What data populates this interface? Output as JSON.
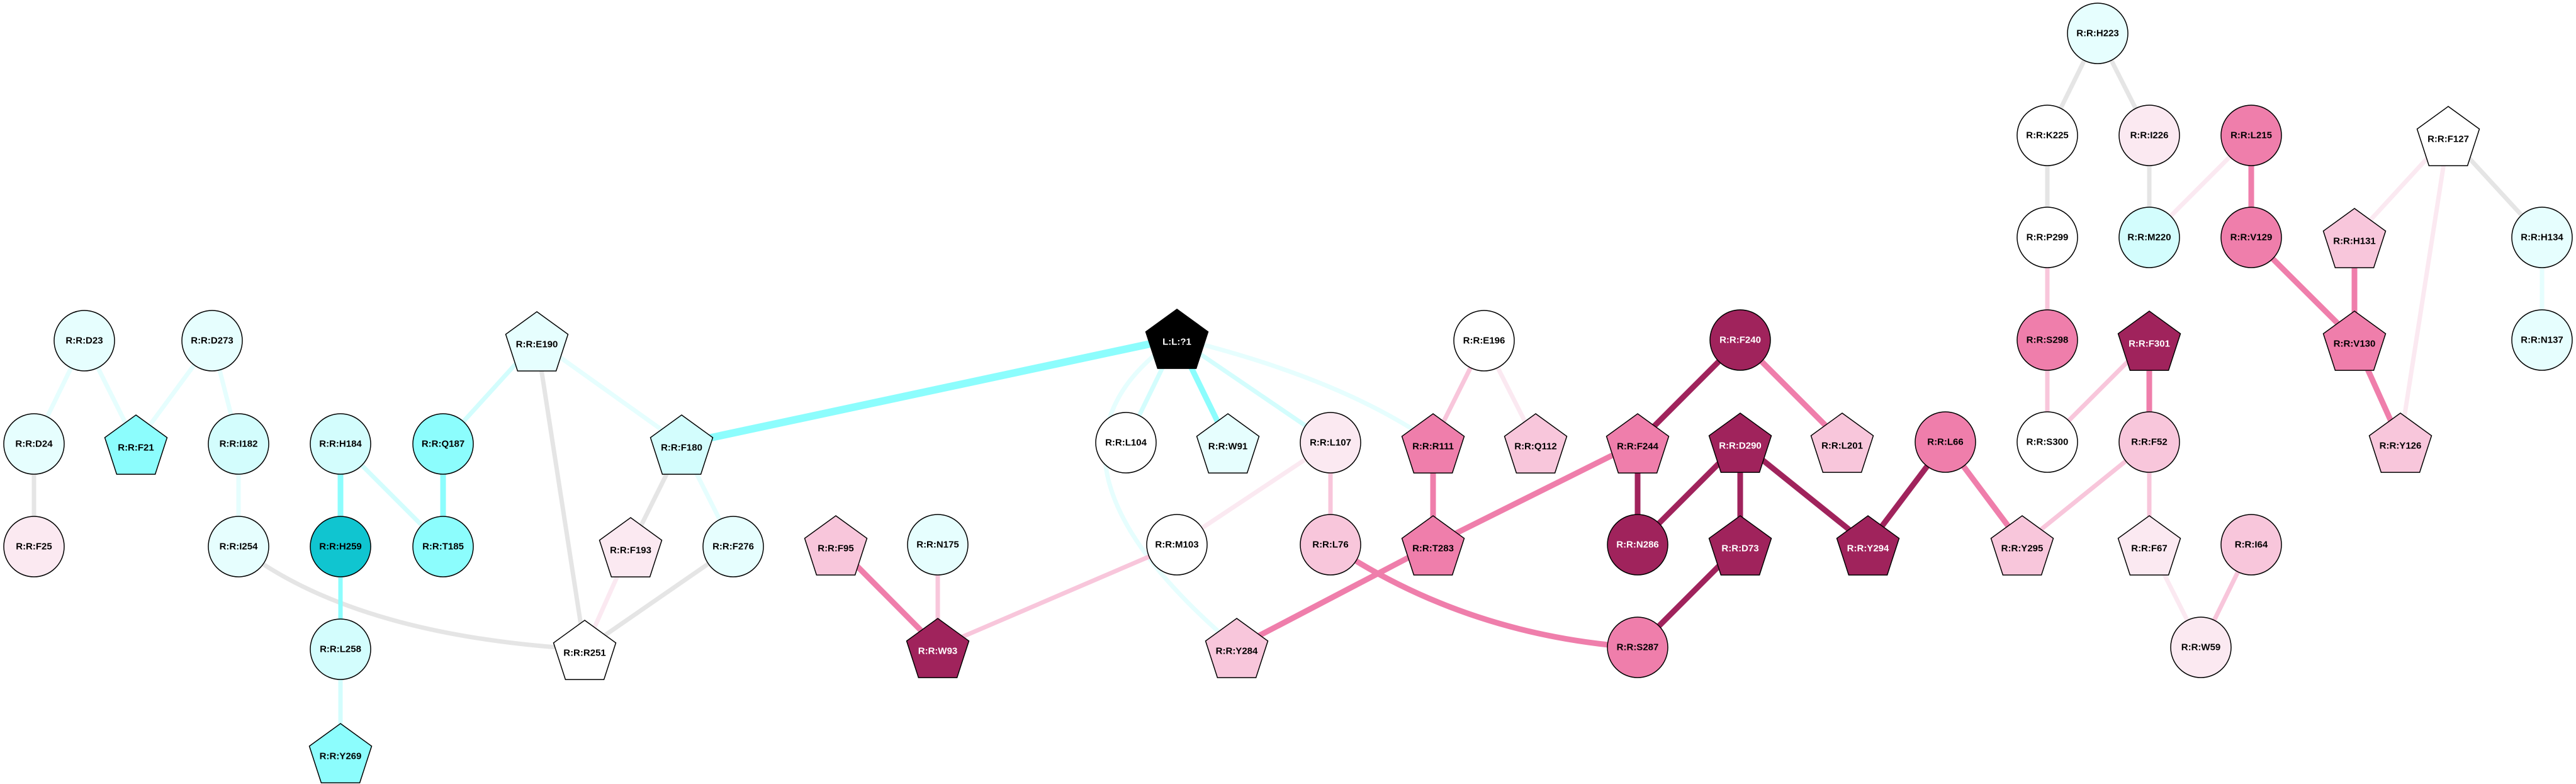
{
  "palette": {
    "white": "#ffffff",
    "cyan1": "#e6fefe",
    "cyan2": "#d3fdfd",
    "cyan3": "#8cfdfd",
    "cyan4": "#10c5d0",
    "pink1": "#fbe9f1",
    "pink2": "#f8c6db",
    "pink3": "#ef7eab",
    "pink4": "#a0235c",
    "black": "#000000",
    "grey": "#e5e5e5"
  },
  "nodes": [
    {
      "id": "D23",
      "label": "R:R:D23",
      "shape": "circle",
      "fill": "cyan1"
    },
    {
      "id": "D273",
      "label": "R:R:D273",
      "shape": "circle",
      "fill": "cyan1"
    },
    {
      "id": "E190",
      "label": "R:R:E190",
      "shape": "pentagon",
      "fill": "cyan1"
    },
    {
      "id": "D24",
      "label": "R:R:D24",
      "shape": "circle",
      "fill": "cyan1"
    },
    {
      "id": "F21",
      "label": "R:R:F21",
      "shape": "pentagon",
      "fill": "cyan3"
    },
    {
      "id": "I182",
      "label": "R:R:I182",
      "shape": "circle",
      "fill": "cyan2"
    },
    {
      "id": "H184",
      "label": "R:R:H184",
      "shape": "circle",
      "fill": "cyan2"
    },
    {
      "id": "Q187",
      "label": "R:R:Q187",
      "shape": "circle",
      "fill": "cyan3"
    },
    {
      "id": "F180",
      "label": "R:R:F180",
      "shape": "pentagon",
      "fill": "cyan2"
    },
    {
      "id": "F25",
      "label": "R:R:F25",
      "shape": "circle",
      "fill": "pink1"
    },
    {
      "id": "I254",
      "label": "R:R:I254",
      "shape": "circle",
      "fill": "cyan1"
    },
    {
      "id": "H259",
      "label": "R:R:H259",
      "shape": "circle",
      "fill": "cyan4"
    },
    {
      "id": "T185",
      "label": "R:R:T185",
      "shape": "circle",
      "fill": "cyan3"
    },
    {
      "id": "F193",
      "label": "R:R:F193",
      "shape": "pentagon",
      "fill": "pink1"
    },
    {
      "id": "F276",
      "label": "R:R:F276",
      "shape": "circle",
      "fill": "cyan1"
    },
    {
      "id": "R251",
      "label": "R:R:R251",
      "shape": "pentagon",
      "fill": "white"
    },
    {
      "id": "L258",
      "label": "R:R:L258",
      "shape": "circle",
      "fill": "cyan2"
    },
    {
      "id": "Y269",
      "label": "R:R:Y269",
      "shape": "pentagon",
      "fill": "cyan3"
    },
    {
      "id": "LIG",
      "label": "L:L:?1",
      "shape": "pentagon",
      "fill": "black",
      "light_text": true
    },
    {
      "id": "E196",
      "label": "R:R:E196",
      "shape": "circle",
      "fill": "white"
    },
    {
      "id": "L104",
      "label": "R:R:L104",
      "shape": "circle",
      "fill": "white"
    },
    {
      "id": "W91",
      "label": "R:R:W91",
      "shape": "pentagon",
      "fill": "cyan1"
    },
    {
      "id": "L107",
      "label": "R:R:L107",
      "shape": "circle",
      "fill": "pink1"
    },
    {
      "id": "R111",
      "label": "R:R:R111",
      "shape": "pentagon",
      "fill": "pink3"
    },
    {
      "id": "Q112",
      "label": "R:R:Q112",
      "shape": "pentagon",
      "fill": "pink2"
    },
    {
      "id": "F244",
      "label": "R:R:F244",
      "shape": "pentagon",
      "fill": "pink3"
    },
    {
      "id": "F95",
      "label": "R:R:F95",
      "shape": "pentagon",
      "fill": "pink2"
    },
    {
      "id": "N175",
      "label": "R:R:N175",
      "shape": "circle",
      "fill": "cyan1"
    },
    {
      "id": "M103",
      "label": "R:R:M103",
      "shape": "circle",
      "fill": "white"
    },
    {
      "id": "L76",
      "label": "R:R:L76",
      "shape": "circle",
      "fill": "pink2"
    },
    {
      "id": "T283",
      "label": "R:R:T283",
      "shape": "pentagon",
      "fill": "pink3"
    },
    {
      "id": "N286",
      "label": "R:R:N286",
      "shape": "circle",
      "fill": "pink4",
      "light_text": true
    },
    {
      "id": "W93",
      "label": "R:R:W93",
      "shape": "pentagon",
      "fill": "pink4",
      "light_text": true
    },
    {
      "id": "Y284",
      "label": "R:R:Y284",
      "shape": "pentagon",
      "fill": "pink2"
    },
    {
      "id": "S287",
      "label": "R:R:S287",
      "shape": "circle",
      "fill": "pink3"
    },
    {
      "id": "H223",
      "label": "R:R:H223",
      "shape": "circle",
      "fill": "cyan1"
    },
    {
      "id": "K225",
      "label": "R:R:K225",
      "shape": "circle",
      "fill": "white"
    },
    {
      "id": "I226",
      "label": "R:R:I226",
      "shape": "circle",
      "fill": "pink1"
    },
    {
      "id": "L215",
      "label": "R:R:L215",
      "shape": "circle",
      "fill": "pink3"
    },
    {
      "id": "F127",
      "label": "R:R:F127",
      "shape": "pentagon",
      "fill": "white"
    },
    {
      "id": "P299",
      "label": "R:R:P299",
      "shape": "circle",
      "fill": "white"
    },
    {
      "id": "M220",
      "label": "R:R:M220",
      "shape": "circle",
      "fill": "cyan2"
    },
    {
      "id": "V129",
      "label": "R:R:V129",
      "shape": "circle",
      "fill": "pink3"
    },
    {
      "id": "H131",
      "label": "R:R:H131",
      "shape": "pentagon",
      "fill": "pink2"
    },
    {
      "id": "H134",
      "label": "R:R:H134",
      "shape": "circle",
      "fill": "cyan1"
    },
    {
      "id": "F240",
      "label": "R:R:F240",
      "shape": "circle",
      "fill": "pink4",
      "light_text": true
    },
    {
      "id": "S298",
      "label": "R:R:S298",
      "shape": "circle",
      "fill": "pink3"
    },
    {
      "id": "F301",
      "label": "R:R:F301",
      "shape": "pentagon",
      "fill": "pink4",
      "light_text": true
    },
    {
      "id": "V130",
      "label": "R:R:V130",
      "shape": "pentagon",
      "fill": "pink3"
    },
    {
      "id": "N137",
      "label": "R:R:N137",
      "shape": "circle",
      "fill": "cyan1"
    },
    {
      "id": "D290",
      "label": "R:R:D290",
      "shape": "pentagon",
      "fill": "pink4",
      "light_text": true
    },
    {
      "id": "L201",
      "label": "R:R:L201",
      "shape": "pentagon",
      "fill": "pink2"
    },
    {
      "id": "L66",
      "label": "R:R:L66",
      "shape": "circle",
      "fill": "pink3"
    },
    {
      "id": "S300",
      "label": "R:R:S300",
      "shape": "circle",
      "fill": "white"
    },
    {
      "id": "F52",
      "label": "R:R:F52",
      "shape": "circle",
      "fill": "pink2"
    },
    {
      "id": "Y126",
      "label": "R:R:Y126",
      "shape": "pentagon",
      "fill": "pink2"
    },
    {
      "id": "D73",
      "label": "R:R:D73",
      "shape": "pentagon",
      "fill": "pink4",
      "light_text": true
    },
    {
      "id": "Y294",
      "label": "R:R:Y294",
      "shape": "pentagon",
      "fill": "pink4",
      "light_text": true
    },
    {
      "id": "Y295",
      "label": "R:R:Y295",
      "shape": "pentagon",
      "fill": "pink2"
    },
    {
      "id": "F67",
      "label": "R:R:F67",
      "shape": "pentagon",
      "fill": "pink1"
    },
    {
      "id": "I64",
      "label": "R:R:I64",
      "shape": "circle",
      "fill": "pink2"
    },
    {
      "id": "W59",
      "label": "R:R:W59",
      "shape": "circle",
      "fill": "pink1"
    }
  ],
  "edges": [
    {
      "from": "D23",
      "to": "D24",
      "color": "cyan1",
      "weight": 1
    },
    {
      "from": "D23",
      "to": "F21",
      "color": "cyan1",
      "weight": 1
    },
    {
      "from": "D273",
      "to": "F21",
      "color": "cyan1",
      "weight": 1
    },
    {
      "from": "D273",
      "to": "I182",
      "color": "cyan1",
      "weight": 1
    },
    {
      "from": "D24",
      "to": "F25",
      "color": "grey",
      "weight": 1
    },
    {
      "from": "I182",
      "to": "I254",
      "color": "cyan1",
      "weight": 1
    },
    {
      "from": "H184",
      "to": "H259",
      "color": "cyan3",
      "weight": 2
    },
    {
      "from": "H184",
      "to": "T185",
      "color": "cyan2",
      "weight": 1
    },
    {
      "from": "Q187",
      "to": "T185",
      "color": "cyan3",
      "weight": 2
    },
    {
      "from": "E190",
      "to": "Q187",
      "color": "cyan2",
      "weight": 1
    },
    {
      "from": "E190",
      "to": "F180",
      "color": "cyan1",
      "weight": 1
    },
    {
      "from": "E190",
      "to": "R251",
      "color": "grey",
      "weight": 1
    },
    {
      "from": "F180",
      "to": "F193",
      "color": "grey",
      "weight": 1
    },
    {
      "from": "F180",
      "to": "F276",
      "color": "cyan1",
      "weight": 1
    },
    {
      "from": "F193",
      "to": "R251",
      "color": "pink1",
      "weight": 1
    },
    {
      "from": "F276",
      "to": "R251",
      "color": "grey",
      "weight": 1
    },
    {
      "from": "I254",
      "to": "R251",
      "color": "grey",
      "weight": 1,
      "curve": true
    },
    {
      "from": "H259",
      "to": "L258",
      "color": "cyan3",
      "weight": 1
    },
    {
      "from": "L258",
      "to": "Y269",
      "color": "cyan2",
      "weight": 1
    },
    {
      "from": "F180",
      "to": "LIG",
      "color": "cyan3",
      "weight": 3
    },
    {
      "from": "LIG",
      "to": "L104",
      "color": "cyan2",
      "weight": 1
    },
    {
      "from": "LIG",
      "to": "W91",
      "color": "cyan3",
      "weight": 2
    },
    {
      "from": "LIG",
      "to": "L107",
      "color": "cyan2",
      "weight": 1
    },
    {
      "from": "LIG",
      "to": "R111",
      "color": "cyan1",
      "weight": 1,
      "curve": true
    },
    {
      "from": "LIG",
      "to": "Y284",
      "color": "cyan1",
      "weight": 1,
      "curve": true
    },
    {
      "from": "E196",
      "to": "R111",
      "color": "pink2",
      "weight": 1
    },
    {
      "from": "E196",
      "to": "Q112",
      "color": "pink1",
      "weight": 1
    },
    {
      "from": "L107",
      "to": "M103",
      "color": "pink1",
      "weight": 1
    },
    {
      "from": "L107",
      "to": "L76",
      "color": "pink2",
      "weight": 1
    },
    {
      "from": "R111",
      "to": "T283",
      "color": "pink3",
      "weight": 2
    },
    {
      "from": "F244",
      "to": "T283",
      "color": "pink3",
      "weight": 2
    },
    {
      "from": "T283",
      "to": "Y284",
      "color": "pink3",
      "weight": 2
    },
    {
      "from": "L76",
      "to": "S287",
      "color": "pink3",
      "weight": 2,
      "curve": true
    },
    {
      "from": "F95",
      "to": "W93",
      "color": "pink3",
      "weight": 2
    },
    {
      "from": "N175",
      "to": "W93",
      "color": "pink2",
      "weight": 1
    },
    {
      "from": "M103",
      "to": "W93",
      "color": "pink2",
      "weight": 1
    },
    {
      "from": "F240",
      "to": "F244",
      "color": "pink4",
      "weight": 2
    },
    {
      "from": "F240",
      "to": "L201",
      "color": "pink3",
      "weight": 2
    },
    {
      "from": "F244",
      "to": "N286",
      "color": "pink4",
      "weight": 2
    },
    {
      "from": "D290",
      "to": "N286",
      "color": "pink4",
      "weight": 2
    },
    {
      "from": "D290",
      "to": "D73",
      "color": "pink4",
      "weight": 2
    },
    {
      "from": "D290",
      "to": "Y294",
      "color": "pink4",
      "weight": 2
    },
    {
      "from": "D73",
      "to": "S287",
      "color": "pink4",
      "weight": 2
    },
    {
      "from": "L66",
      "to": "Y294",
      "color": "pink4",
      "weight": 2
    },
    {
      "from": "L66",
      "to": "Y295",
      "color": "pink3",
      "weight": 2
    },
    {
      "from": "F52",
      "to": "Y295",
      "color": "pink2",
      "weight": 1
    },
    {
      "from": "F301",
      "to": "S300",
      "color": "pink2",
      "weight": 1
    },
    {
      "from": "F301",
      "to": "F52",
      "color": "pink3",
      "weight": 2
    },
    {
      "from": "S298",
      "to": "S300",
      "color": "pink2",
      "weight": 1
    },
    {
      "from": "P299",
      "to": "S298",
      "color": "pink2",
      "weight": 1
    },
    {
      "from": "K225",
      "to": "P299",
      "color": "grey",
      "weight": 1
    },
    {
      "from": "H223",
      "to": "K225",
      "color": "grey",
      "weight": 1
    },
    {
      "from": "H223",
      "to": "I226",
      "color": "grey",
      "weight": 1
    },
    {
      "from": "I226",
      "to": "M220",
      "color": "grey",
      "weight": 1
    },
    {
      "from": "L215",
      "to": "M220",
      "color": "pink1",
      "weight": 1
    },
    {
      "from": "L215",
      "to": "V129",
      "color": "pink3",
      "weight": 2
    },
    {
      "from": "V129",
      "to": "V130",
      "color": "pink3",
      "weight": 2
    },
    {
      "from": "H131",
      "to": "V130",
      "color": "pink3",
      "weight": 2
    },
    {
      "from": "V130",
      "to": "Y126",
      "color": "pink3",
      "weight": 2
    },
    {
      "from": "F127",
      "to": "H131",
      "color": "pink1",
      "weight": 1
    },
    {
      "from": "F127",
      "to": "Y126",
      "color": "pink1",
      "weight": 1
    },
    {
      "from": "F127",
      "to": "H134",
      "color": "grey",
      "weight": 1
    },
    {
      "from": "H134",
      "to": "N137",
      "color": "cyan1",
      "weight": 1
    },
    {
      "from": "F52",
      "to": "F67",
      "color": "pink2",
      "weight": 1
    },
    {
      "from": "F67",
      "to": "W59",
      "color": "pink1",
      "weight": 1
    },
    {
      "from": "I64",
      "to": "W59",
      "color": "pink2",
      "weight": 1
    }
  ]
}
